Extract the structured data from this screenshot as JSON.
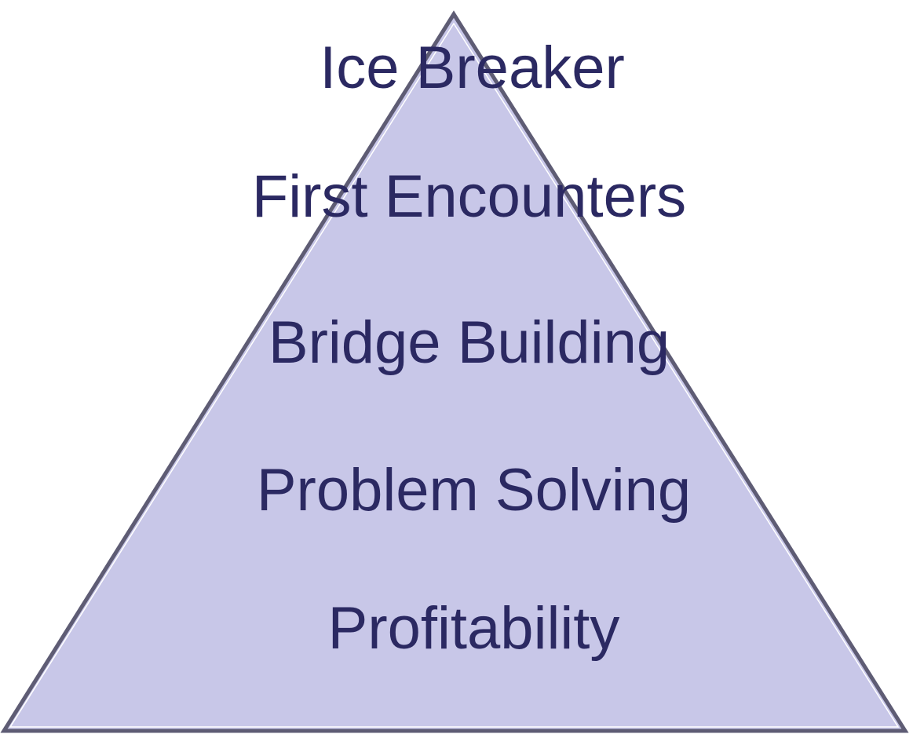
{
  "diagram": {
    "type": "pyramid",
    "levels": [
      {
        "label": "Ice Breaker"
      },
      {
        "label": "First Encounters"
      },
      {
        "label": "Bridge Building"
      },
      {
        "label": "Problem Solving"
      },
      {
        "label": "Profitability"
      }
    ]
  },
  "colors": {
    "fill": "#c8c7e8",
    "outline": "#5e5c74",
    "text": "#2b2962"
  }
}
